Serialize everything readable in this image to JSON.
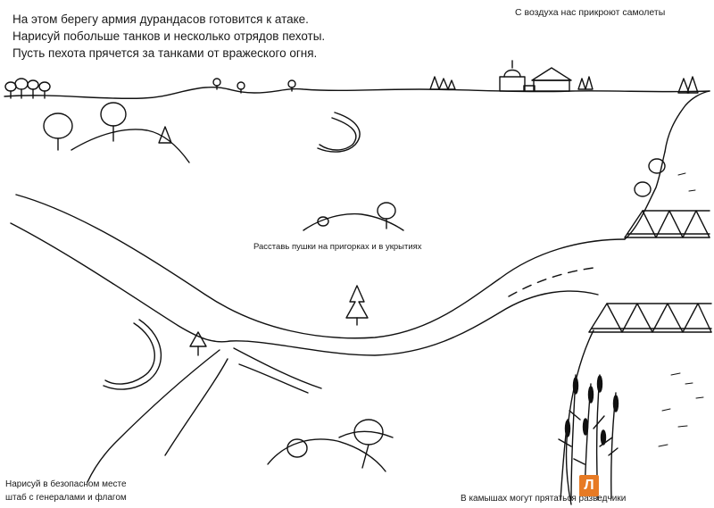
{
  "texts": {
    "intro_line1": "На этом берегу армия дурандасов готовится к атаке.",
    "intro_line2": "Нарисуй побольше танков и несколько отрядов пехоты.",
    "intro_line3": "Пусть пехота прячется за танками от вражеского огня.",
    "air_cover": "С воздуха нас прикроют самолеты",
    "guns_hint": "Расставь пушки на пригорках и в укрытиях",
    "hq_line1": "Нарисуй в безопасном месте",
    "hq_line2": "штаб с генералами и флагом",
    "reeds_hint": "В камышах могут прятаться разведчики"
  },
  "badge": {
    "letter": "Л",
    "color": "#e77a24"
  }
}
